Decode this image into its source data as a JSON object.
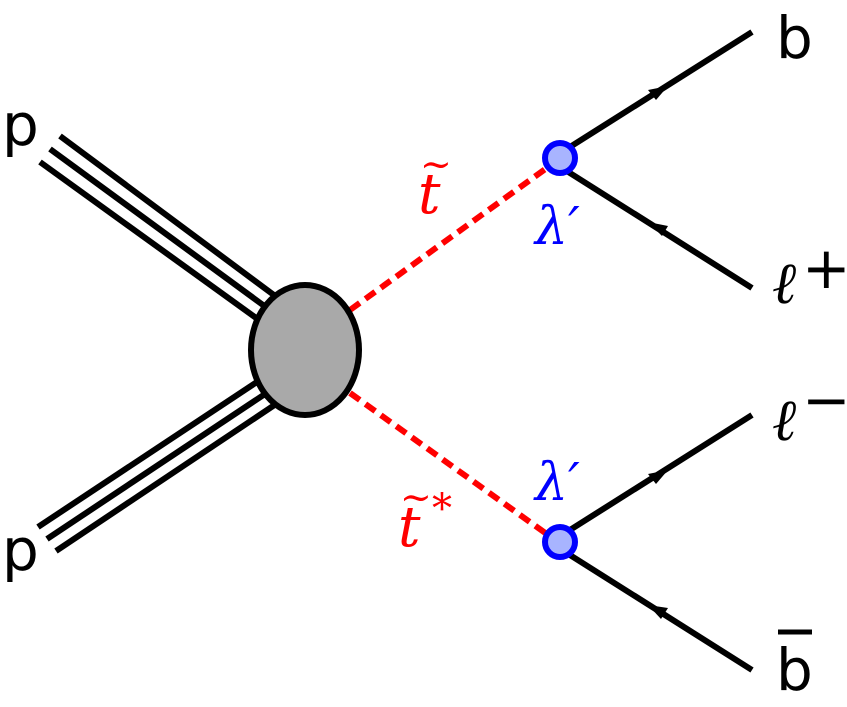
{
  "diagram": {
    "incoming": {
      "top": "p",
      "bottom": "p"
    },
    "intermediate": {
      "stop": "t",
      "stop_conj": "t",
      "stop_conj_superscript": "*",
      "tilde": "~"
    },
    "vertices": {
      "top": "λ′",
      "bottom": "λ′"
    },
    "outgoing": {
      "b": "b",
      "lepton_plus": "ℓ",
      "lepton_plus_sign": "+",
      "lepton_minus": "ℓ",
      "lepton_minus_sign": "−",
      "bbar": "b"
    }
  },
  "colors": {
    "line": "#000000",
    "propagator": "#ff0000",
    "blob_fill": "#a9a9a9",
    "vertex_fill": "#a8b4ff",
    "vertex_stroke": "#0000ff",
    "coupling_text": "#0000ff",
    "stop_text": "#ff0000"
  }
}
